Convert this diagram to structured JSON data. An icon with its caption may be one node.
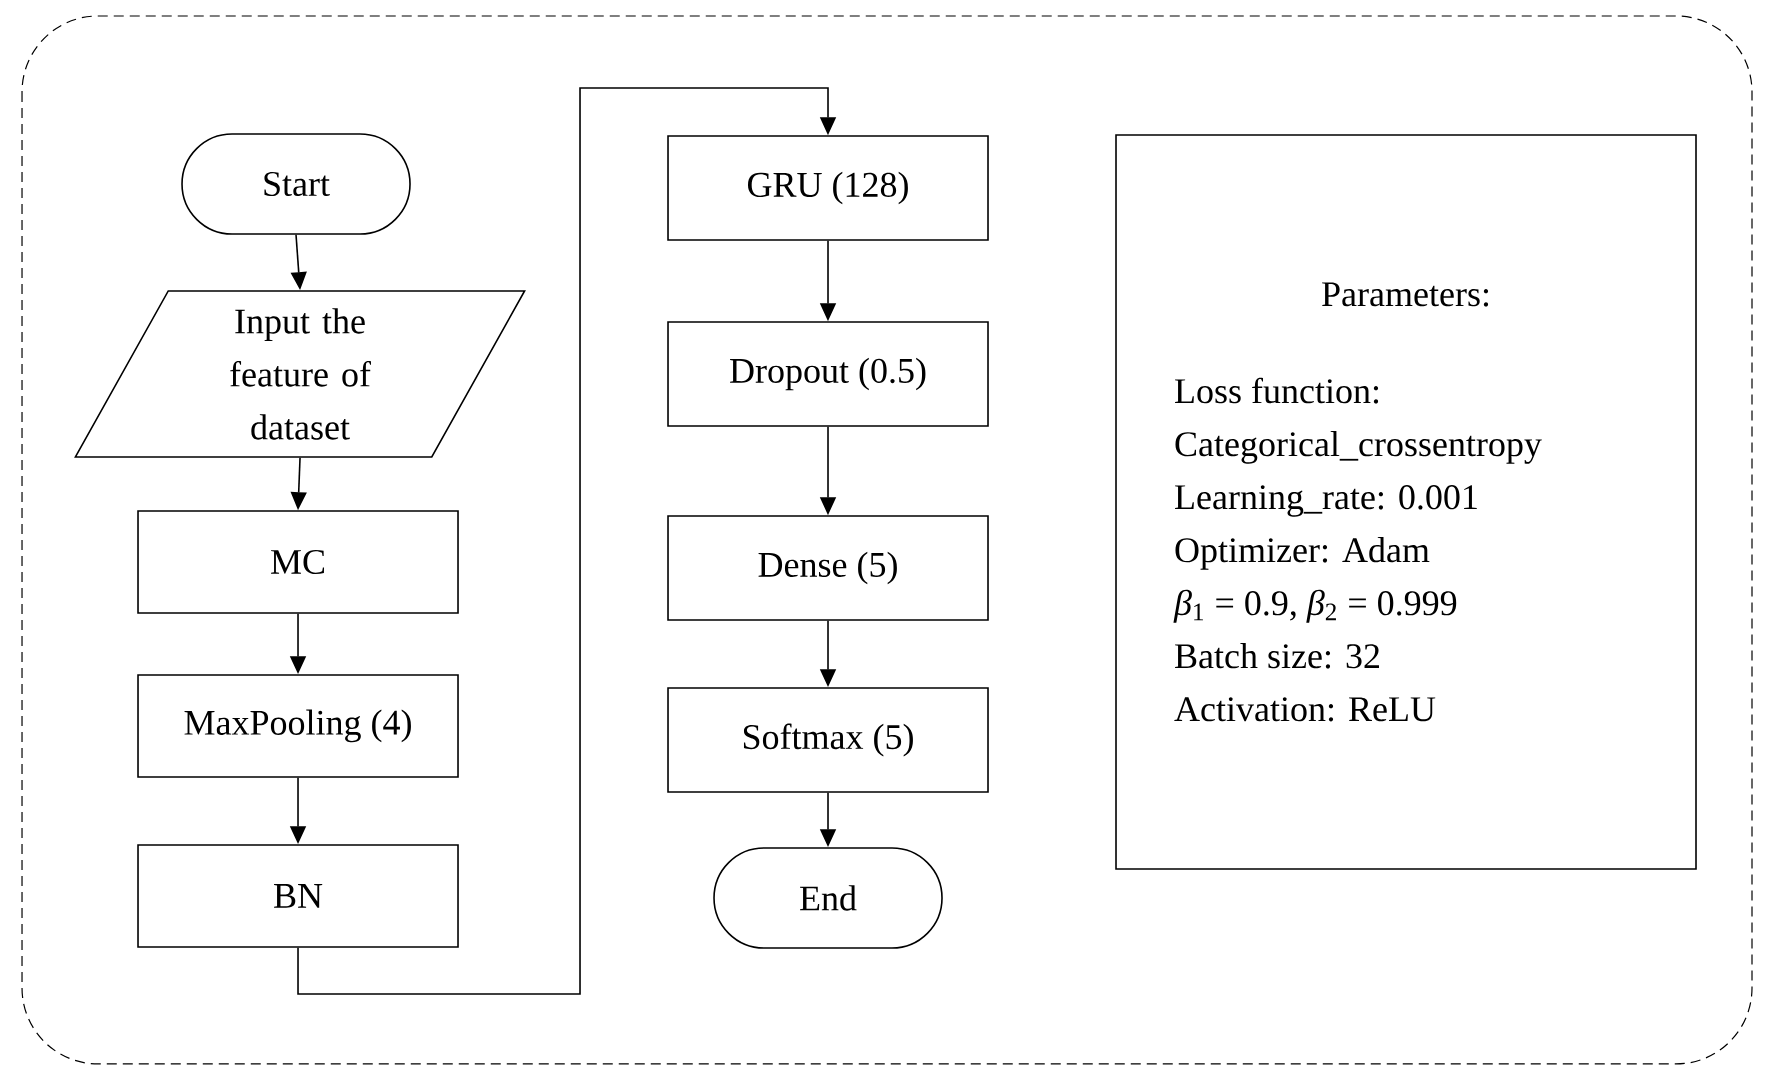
{
  "diagram": {
    "nodes": [
      {
        "text": [
          "Start"
        ]
      },
      {
        "text": [
          "Input the feature of dataset"
        ]
      },
      {
        "text": [
          "MC"
        ]
      },
      {
        "text": [
          "MaxPooling (4)"
        ]
      },
      {
        "text": [
          "BN"
        ]
      },
      {
        "text": [
          "GRU (128)"
        ]
      },
      {
        "text": [
          "Dropout (0.5)"
        ]
      },
      {
        "text": [
          "Dense (5)"
        ]
      },
      {
        "text": [
          "Softmax (5)"
        ]
      },
      {
        "text": [
          "End"
        ]
      },
      {
        "text": [
          "Parameters:",
          "Loss function: Categorical_crossentropy",
          "Learning_rate: 0.001",
          "Optimizer: Adam",
          "*β*$_{1}$ = 0.9, *β*$_{2}$ = 0.999",
          "Batch size: 32",
          "Activation: ReLU"
        ]
      }
    ],
    "edges": [
      {
        "from": 0,
        "to": 1,
        "arrow": "to"
      },
      {
        "from": 1,
        "to": 2,
        "arrow": "to"
      },
      {
        "from": 2,
        "to": 3,
        "arrow": "to"
      },
      {
        "from": 3,
        "to": 4,
        "arrow": "to"
      },
      {
        "from": 4,
        "to": 5,
        "arrow": "to"
      },
      {
        "from": 5,
        "to": 6,
        "arrow": "to"
      },
      {
        "from": 6,
        "to": 7,
        "arrow": "to"
      },
      {
        "from": 7,
        "to": 8,
        "arrow": "to"
      },
      {
        "from": 8,
        "to": 9,
        "arrow": "to"
      }
    ]
  }
}
